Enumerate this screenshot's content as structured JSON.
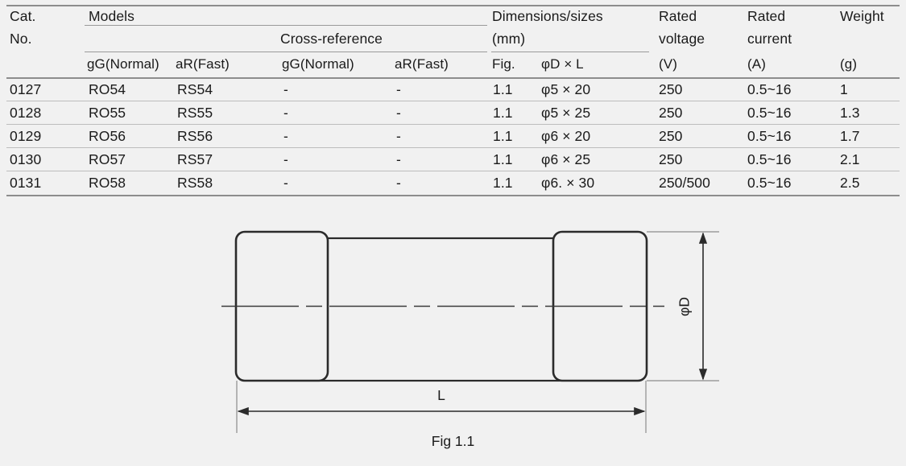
{
  "document": {
    "type": "fuse-specification-datasheet",
    "background_color": "#f1f1f1",
    "text_color": "#1a1a1a"
  },
  "table": {
    "headers": {
      "cat_no_line1": "Cat.",
      "cat_no_line2": "No.",
      "models_group": "Models",
      "cross_reference_group": "Cross-reference",
      "models_gg": "gG(Normal)",
      "models_ar": "aR(Fast)",
      "xref_gg": "gG(Normal)",
      "xref_ar": "aR(Fast)",
      "dimensions_line1": "Dimensions/sizes",
      "dimensions_line2": "(mm)",
      "fig": "Fig.",
      "d_x_l": "φD × L",
      "rated_voltage_line1": "Rated",
      "rated_voltage_line2": "voltage",
      "rated_voltage_unit": "(V)",
      "rated_current_line1": "Rated",
      "rated_current_line2": "current",
      "rated_current_unit": "(A)",
      "weight_line1": "Weight",
      "weight_unit": "(g)"
    },
    "rows": [
      {
        "cat_no": "0127",
        "models_gg": "RO54",
        "models_ar": "RS54",
        "xref_gg": "-",
        "xref_ar": "-",
        "fig": "1.1",
        "d_x_l": "φ5 × 20",
        "rated_voltage": "250",
        "rated_current": "0.5~16",
        "weight": "1"
      },
      {
        "cat_no": "0128",
        "models_gg": "RO55",
        "models_ar": "RS55",
        "xref_gg": "-",
        "xref_ar": "-",
        "fig": "1.1",
        "d_x_l": "φ5 × 25",
        "rated_voltage": "250",
        "rated_current": "0.5~16",
        "weight": "1.3"
      },
      {
        "cat_no": "0129",
        "models_gg": "RO56",
        "models_ar": "RS56",
        "xref_gg": "-",
        "xref_ar": "-",
        "fig": "1.1",
        "d_x_l": "φ6 × 20",
        "rated_voltage": "250",
        "rated_current": "0.5~16",
        "weight": "1.7"
      },
      {
        "cat_no": "0130",
        "models_gg": "RO57",
        "models_ar": "RS57",
        "xref_gg": "-",
        "xref_ar": "-",
        "fig": "1.1",
        "d_x_l": "φ6 × 25",
        "rated_voltage": "250",
        "rated_current": "0.5~16",
        "weight": "2.1"
      },
      {
        "cat_no": "0131",
        "models_gg": "RO58",
        "models_ar": "RS58",
        "xref_gg": "-",
        "xref_ar": "-",
        "fig": "1.1",
        "d_x_l": "φ6. × 30",
        "rated_voltage": "250/500",
        "rated_current": "0.5~16",
        "weight": "2.5"
      }
    ]
  },
  "figure": {
    "caption": "Fig 1.1",
    "diameter_label": "φD",
    "length_label": "L",
    "description": "cartridge-fuse-outline-drawing"
  }
}
